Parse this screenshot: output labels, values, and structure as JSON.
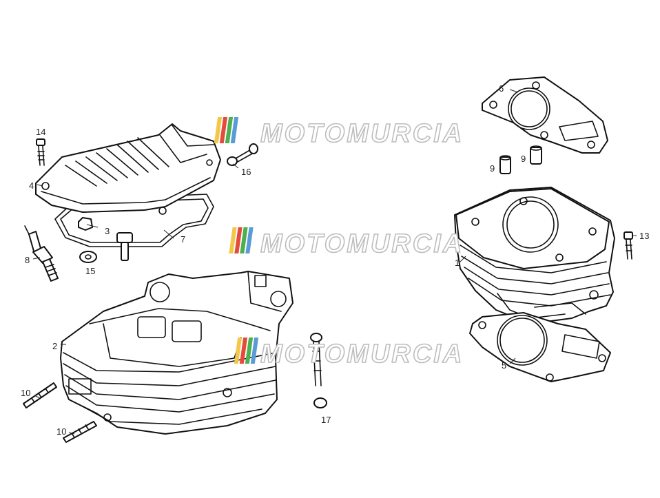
{
  "watermark": {
    "text": "MOTOMURCIA",
    "colors": [
      "#f2c84b",
      "#e64a3c",
      "#4caf50",
      "#5b9bd5"
    ]
  },
  "callouts": {
    "c1": "1",
    "c2": "2",
    "c3": "3",
    "c4": "4",
    "c5": "5",
    "c6": "6",
    "c7": "7",
    "c8": "8",
    "c9a": "9",
    "c9b": "9",
    "c10a": "10",
    "c10b": "10",
    "c13": "13",
    "c14": "14",
    "c15": "15",
    "c16": "16",
    "c17": "17"
  }
}
